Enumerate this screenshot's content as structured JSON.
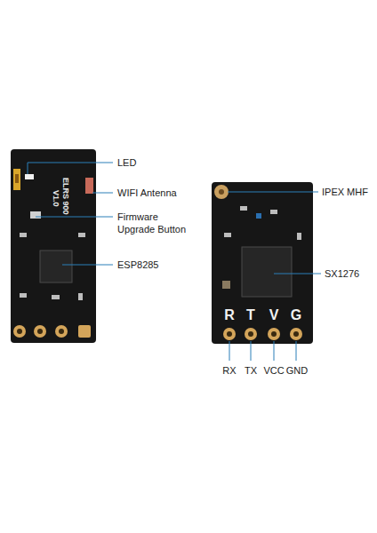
{
  "diagram": {
    "labels": [
      "LED",
      "WIFI Antenna",
      "Firmware Upgrade Button",
      "ESP8285",
      "ELRS 900",
      "V1.0",
      "IPEX MHF",
      "SX1276",
      "R",
      "T",
      "V",
      "G",
      "RX",
      "TX",
      "VCC",
      "GND"
    ]
  }
}
